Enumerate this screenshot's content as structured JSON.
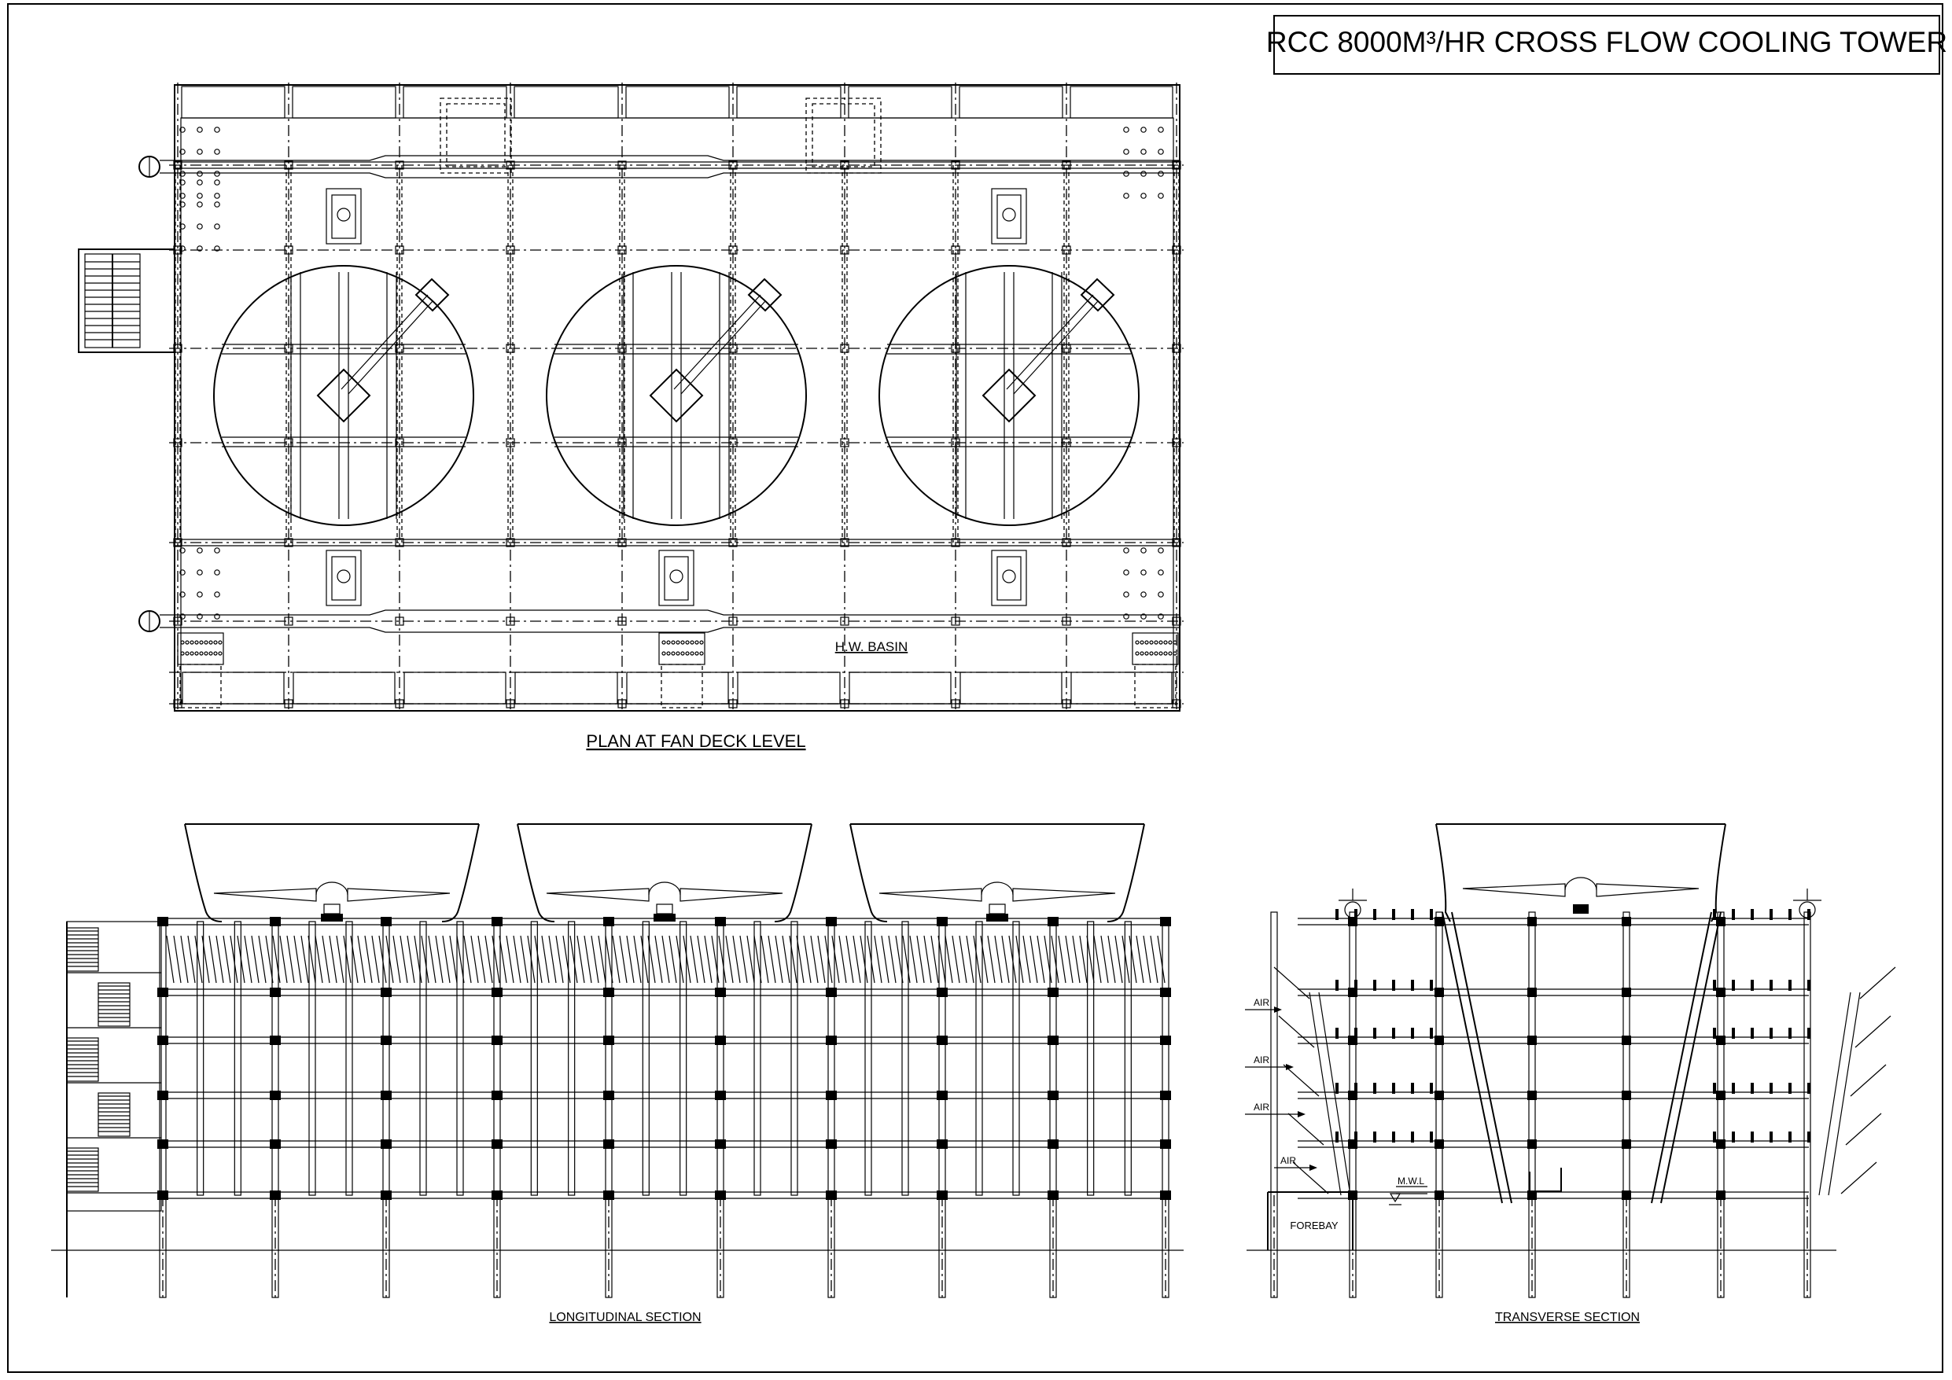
{
  "drawing": {
    "title": "RCC 8000M³/HR CROSS FLOW COOLING TOWER"
  },
  "plan": {
    "caption": "PLAN AT FAN DECK LEVEL",
    "basin_label": "H.W. BASIN",
    "fan_count": 3
  },
  "longitudinal": {
    "caption": "LONGITUDINAL SECTION",
    "fan_count": 3
  },
  "transverse": {
    "caption": "TRANSVERSE SECTION",
    "air_label": "AIR",
    "mwl_label": "M.W.L",
    "forebay_label": "FOREBAY"
  }
}
